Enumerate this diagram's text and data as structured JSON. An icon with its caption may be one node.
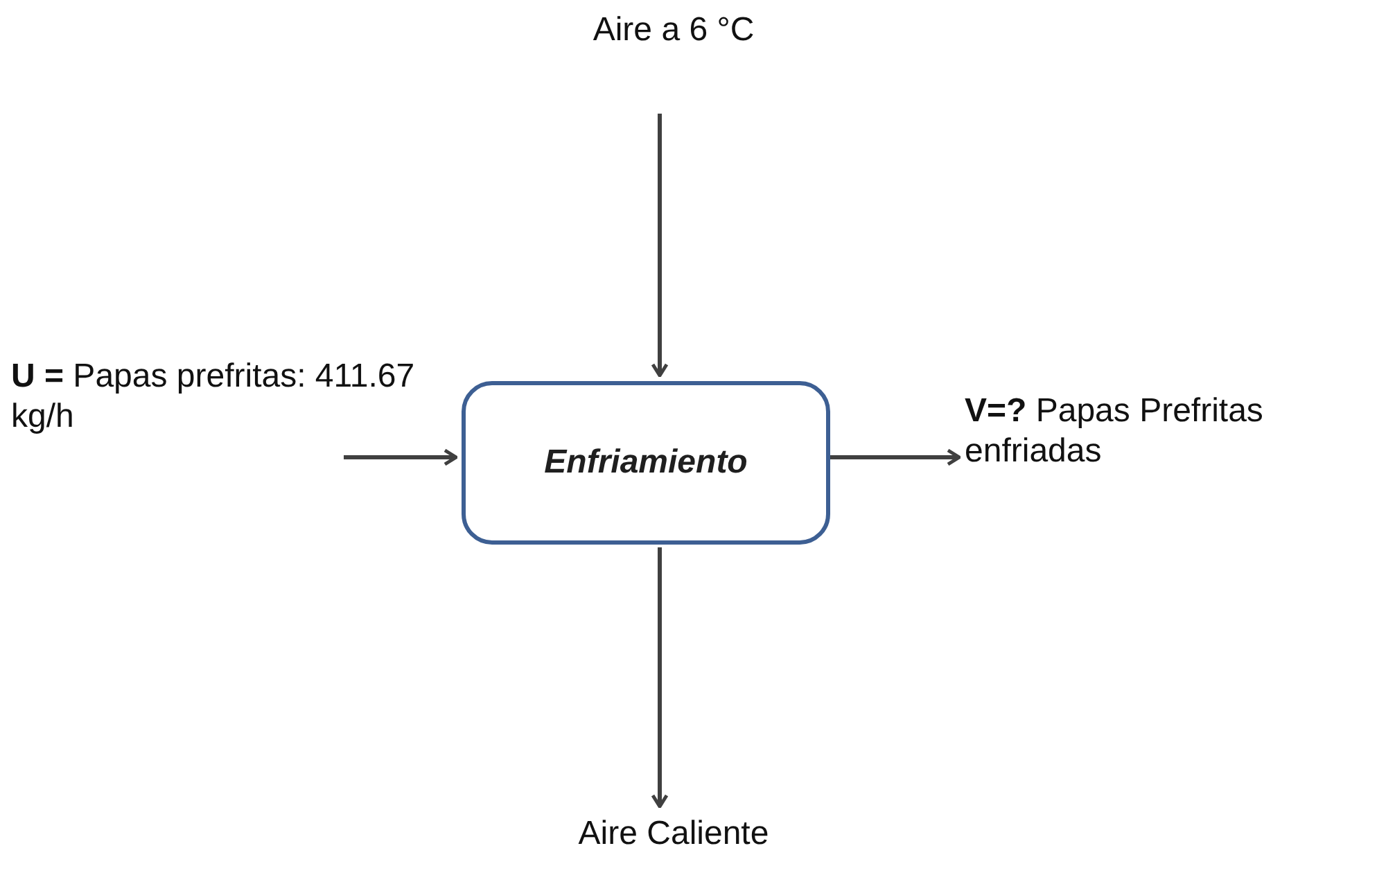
{
  "diagram": {
    "nodes": [
      {
        "text": [
          "Aire a 6 °C"
        ]
      },
      {
        "text": [
          "Enfriamiento"
        ]
      },
      {
        "text": [
          "**U =** Papas prefritas: 411.67 kg/h"
        ]
      },
      {
        "text": [
          "**V=?** Papas Prefritas enfriadas"
        ]
      },
      {
        "text": [
          "Aire Caliente"
        ]
      }
    ],
    "edges": [
      {
        "from": 0,
        "to": 1,
        "arrow": "to"
      },
      {
        "from": 2,
        "to": 1,
        "arrow": "to"
      },
      {
        "from": 1,
        "to": 3,
        "arrow": "to"
      },
      {
        "from": 1,
        "to": 4,
        "arrow": "to"
      }
    ]
  }
}
